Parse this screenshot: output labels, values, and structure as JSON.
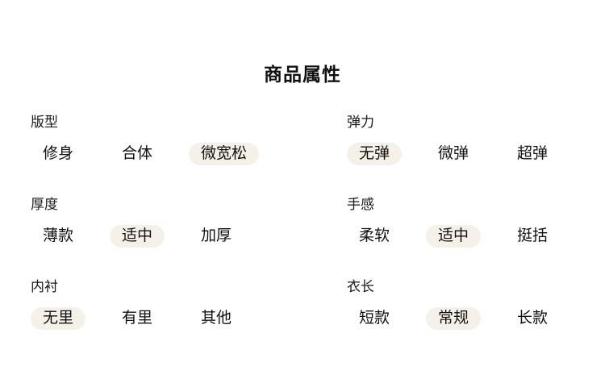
{
  "page": {
    "title": "商品属性",
    "colors": {
      "background": "#ffffff",
      "text": "#111111",
      "selected_option_background": "#f5f1e8"
    }
  },
  "attribute_groups": [
    {
      "id": "fit",
      "label": "版型",
      "options": [
        {
          "label": "修身",
          "selected": false
        },
        {
          "label": "合体",
          "selected": false
        },
        {
          "label": "微宽松",
          "selected": true
        }
      ]
    },
    {
      "id": "elasticity",
      "label": "弹力",
      "options": [
        {
          "label": "无弹",
          "selected": true
        },
        {
          "label": "微弹",
          "selected": false
        },
        {
          "label": "超弹",
          "selected": false
        }
      ]
    },
    {
      "id": "thickness",
      "label": "厚度",
      "options": [
        {
          "label": "薄款",
          "selected": false
        },
        {
          "label": "适中",
          "selected": true
        },
        {
          "label": "加厚",
          "selected": false
        }
      ]
    },
    {
      "id": "hand-feel",
      "label": "手感",
      "options": [
        {
          "label": "柔软",
          "selected": false
        },
        {
          "label": "适中",
          "selected": true
        },
        {
          "label": "挺括",
          "selected": false
        }
      ]
    },
    {
      "id": "lining",
      "label": "内衬",
      "options": [
        {
          "label": "无里",
          "selected": true
        },
        {
          "label": "有里",
          "selected": false
        },
        {
          "label": "其他",
          "selected": false
        }
      ]
    },
    {
      "id": "garment-length",
      "label": "衣长",
      "options": [
        {
          "label": "短款",
          "selected": false
        },
        {
          "label": "常规",
          "selected": true
        },
        {
          "label": "长款",
          "selected": false
        }
      ]
    }
  ]
}
